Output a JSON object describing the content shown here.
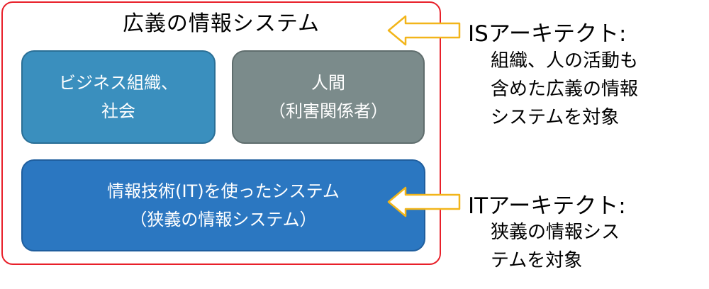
{
  "frame": {
    "title": "広義の情報システム"
  },
  "boxes": {
    "business": {
      "line1": "ビジネス組織、",
      "line2": "社会"
    },
    "human": {
      "line1": "人間",
      "line2": "（利害関係者）"
    },
    "it": {
      "line1": "情報技術(IT)を使ったシステム",
      "line2": "（狭義の情報システム）"
    }
  },
  "is_architect": {
    "title": "ISアーキテクト:",
    "lines": [
      "組織、人の活動も",
      "含めた広義の情報",
      "システムを対象"
    ]
  },
  "it_architect": {
    "title": "ITアーキテクト:",
    "lines": [
      "狭義の情報シス",
      "テムを対象"
    ]
  },
  "colors": {
    "frame_border": "#e8202a",
    "business_box": "#3a8fbe",
    "human_box": "#7b8b8b",
    "it_box": "#2b77c1",
    "arrow_stroke": "#f2b51a"
  }
}
